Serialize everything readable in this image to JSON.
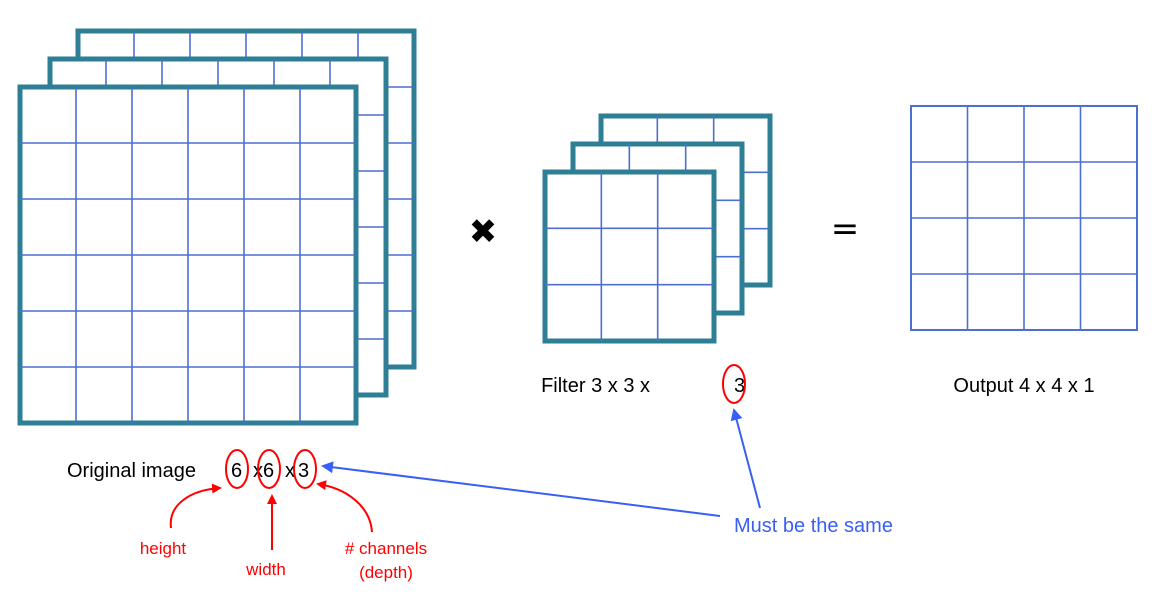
{
  "operators": {
    "multiply": "✖",
    "equals": "="
  },
  "image_volume": {
    "label_prefix": "Original image",
    "height": "6",
    "times_1": "x",
    "width": "6",
    "times_2": "x",
    "channels": "3",
    "rows": 6,
    "cols": 6,
    "layers": 3
  },
  "filter_volume": {
    "label": "Filter 3 x 3 x",
    "channels": "3",
    "rows": 3,
    "cols": 3,
    "layers": 3
  },
  "output_volume": {
    "label": "Output 4 x 4 x 1",
    "rows": 4,
    "cols": 4
  },
  "annotations": {
    "height": "height",
    "width": "width",
    "channels_line1": "# channels",
    "channels_line2": "(depth)",
    "must_be_same": "Must be the same"
  },
  "colors": {
    "volume_outline": "#2e7f95",
    "grid_lines": "#4d6fd0",
    "annotation_red": "#ff0000",
    "annotation_blue": "#3a5ff5"
  }
}
